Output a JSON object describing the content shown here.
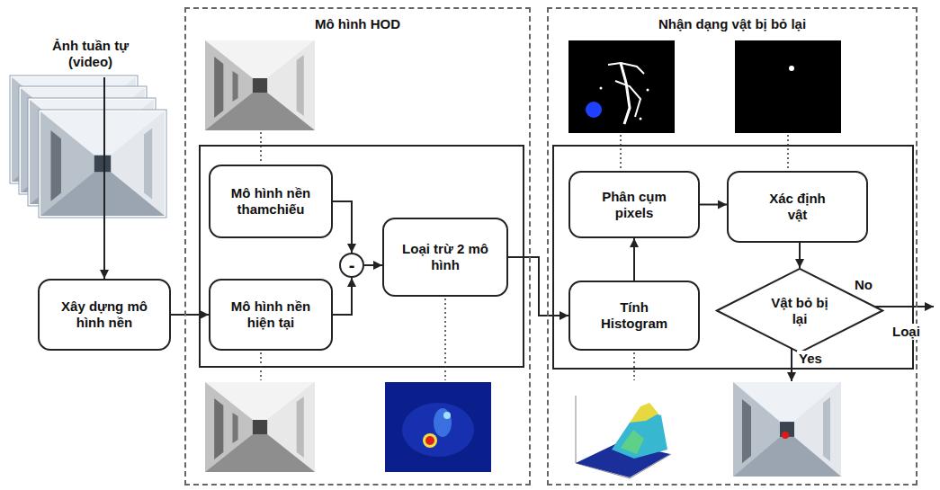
{
  "diagram": {
    "nodes": [
      {
        "text": [
          "Ảnh tuần tự (video)"
        ]
      },
      {
        "text": [
          "Xây dựng mô hình nền"
        ]
      },
      {
        "text": [
          "Mô hình HOD"
        ]
      },
      {
        "text": [
          "Mô hình nền thamchiếu"
        ],
        "in": 2
      },
      {
        "text": [
          "Mô hình nền hiện tại"
        ],
        "in": 2
      },
      {
        "text": [
          "-"
        ],
        "in": 2
      },
      {
        "text": [
          "Loại trừ 2 mô hình"
        ],
        "in": 2
      },
      {
        "text": [
          "Nhận dạng vật bị bỏ lại"
        ]
      },
      {
        "text": [
          "Tính Histogram"
        ],
        "in": 7
      },
      {
        "text": [
          "Phân cụm pixels"
        ],
        "in": 7
      },
      {
        "text": [
          "Xác định vật"
        ],
        "in": 7
      },
      {
        "text": [
          "Vật bỏ bị lại"
        ],
        "in": 7
      }
    ],
    "edges": [
      {
        "from": 0,
        "to": 1,
        "arrow": "to"
      },
      {
        "from": 1,
        "to": 4,
        "arrow": "to"
      },
      {
        "from": 3,
        "to": 5,
        "arrow": "to"
      },
      {
        "from": 4,
        "to": 5,
        "arrow": "to"
      },
      {
        "from": 5,
        "to": 6,
        "arrow": "to"
      },
      {
        "from": 6,
        "to": 8,
        "arrow": "to"
      },
      {
        "from": 8,
        "to": 9,
        "arrow": "to"
      },
      {
        "from": 9,
        "to": 10,
        "arrow": "to"
      },
      {
        "from": 10,
        "to": 11,
        "arrow": "to"
      }
    ],
    "labels": [
      "No",
      "Yes",
      "Loại"
    ]
  }
}
